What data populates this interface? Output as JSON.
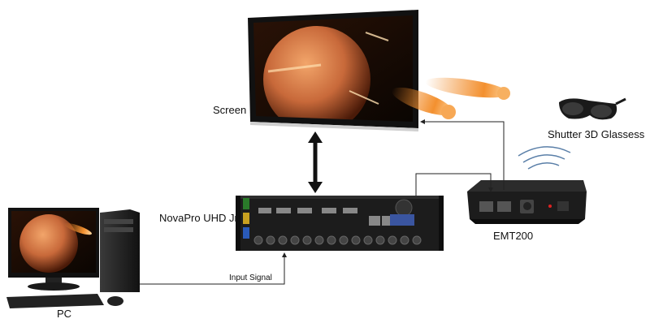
{
  "labels": {
    "screen": "Screen",
    "glasses": "Shutter 3D Glassess",
    "novapro": "NovaPro UHD Jr",
    "emt": "EMT200",
    "input_signal": "Input Signal",
    "pc": "PC"
  },
  "colors": {
    "device_body": "#1c1c1c",
    "screen_bezel": "#111111",
    "planet": "#c8693a",
    "meteor": "#f08a2a",
    "signal": "#5a7fa8"
  },
  "icons": {
    "screen": "display-screen-icon",
    "glasses": "shutter-3d-glasses-icon",
    "novapro": "video-controller-icon",
    "emt": "emitter-box-icon",
    "pc": "desktop-pc-icon",
    "wireless": "wireless-signal-icon"
  }
}
